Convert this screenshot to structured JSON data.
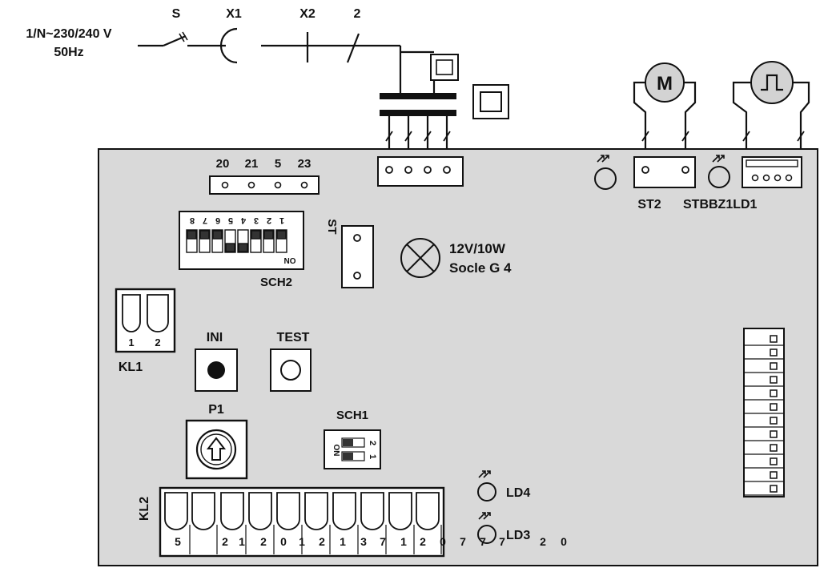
{
  "supply": {
    "line1": "1/N~230/240 V",
    "line2": "50Hz"
  },
  "top_labels": {
    "s": "S",
    "x1": "X1",
    "x2": "X2",
    "n2": "2"
  },
  "terminal_top": {
    "labels": [
      "20",
      "21",
      "5",
      "23"
    ]
  },
  "sch2": {
    "label": "SCH2",
    "numbers": [
      "8",
      "7",
      "6",
      "5",
      "4",
      "3",
      "2",
      "1"
    ],
    "on": "ON"
  },
  "st_label": "ST",
  "lamp": {
    "line1": "12V/10W",
    "line2": "Socle G 4"
  },
  "st2": {
    "label": "ST2"
  },
  "overlap_label": "STBBZ1LD1",
  "motor": {
    "letter": "M"
  },
  "kl1": {
    "label": "KL1",
    "pins": [
      "1",
      "2"
    ]
  },
  "buttons": {
    "ini": "INI",
    "test": "TEST"
  },
  "p1": {
    "label": "P1"
  },
  "sch1": {
    "label": "SCH1",
    "on": "ON",
    "n1": "1",
    "n2": "2"
  },
  "kl2": {
    "label": "KL2",
    "numbers": [
      "5",
      "2",
      "1",
      "2",
      "0",
      "1",
      "2",
      "1",
      "3",
      "7",
      "1",
      "2"
    ]
  },
  "ld4": "LD4",
  "ld3": "LD3",
  "trailing_numbers": [
    "0",
    "7",
    "7",
    "7",
    "2",
    "0"
  ]
}
